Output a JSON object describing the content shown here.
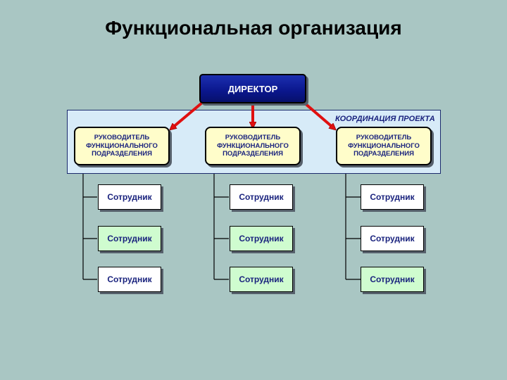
{
  "title": "Функциональная организация",
  "director": "ДИРЕКТОР",
  "coordination_label": "КООРДИНАЦИЯ ПРОЕКТА",
  "columns": [
    {
      "manager": "РУКОВОДИТЕЛЬ ФУНКЦИОНАЛЬНОГО ПОДРАЗДЕЛЕНИЯ",
      "staff": [
        {
          "label": "Сотрудник",
          "fill": "white"
        },
        {
          "label": "Сотрудник",
          "fill": "green"
        },
        {
          "label": "Сотрудник",
          "fill": "white"
        }
      ]
    },
    {
      "manager": "РУКОВОДИТЕЛЬ ФУНКЦИОНАЛЬНОГО ПОДРАЗДЕЛЕНИЯ",
      "staff": [
        {
          "label": "Сотрудник",
          "fill": "white"
        },
        {
          "label": "Сотрудник",
          "fill": "green"
        },
        {
          "label": "Сотрудник",
          "fill": "green"
        }
      ]
    },
    {
      "manager": "РУКОВОДИТЕЛЬ ФУНКЦИОНАЛЬНОГО ПОДРАЗДЕЛЕНИЯ",
      "staff": [
        {
          "label": "Сотрудник",
          "fill": "white"
        },
        {
          "label": "Сотрудник",
          "fill": "white"
        },
        {
          "label": "Сотрудник",
          "fill": "green"
        }
      ]
    }
  ],
  "colors": {
    "background": "#a9c6c3",
    "director_fill": "#0a168c",
    "manager_fill": "#fffdca",
    "staff_green": "#cffccf",
    "arrow": "#e01010",
    "panel": "#d7ebf8"
  }
}
